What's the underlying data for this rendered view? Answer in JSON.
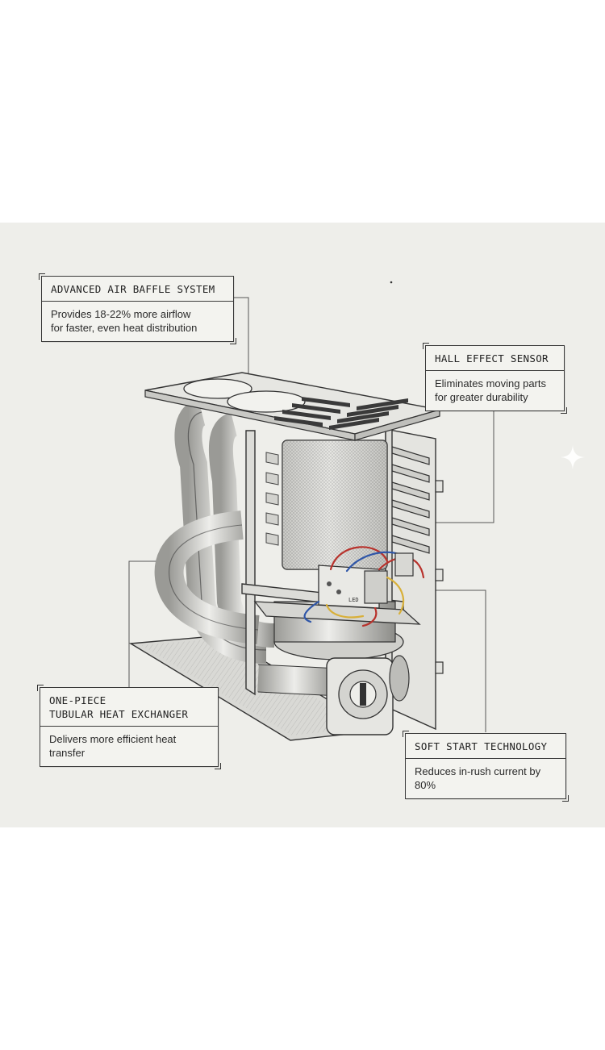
{
  "callouts": {
    "air_baffle": {
      "title": "ADVANCED AIR BAFFLE SYSTEM",
      "desc": "Provides 18-22% more airflow\nfor faster, even heat distribution"
    },
    "hall_sensor": {
      "title": "HALL EFFECT SENSOR",
      "desc": "Eliminates moving parts\nfor greater durability"
    },
    "heat_exchanger": {
      "title": "ONE-PIECE\nTUBULAR HEAT EXCHANGER",
      "desc": "Delivers more efficient heat transfer"
    },
    "soft_start": {
      "title": "SOFT START TECHNOLOGY",
      "desc": "Reduces in-rush current by 80%"
    }
  },
  "board_label": "LED",
  "colors": {
    "paper": "#eeeeea",
    "ink": "#2e2e2e",
    "wire_red": "#b8322c",
    "wire_blue": "#2f56a8",
    "wire_yellow": "#d8b03a"
  }
}
